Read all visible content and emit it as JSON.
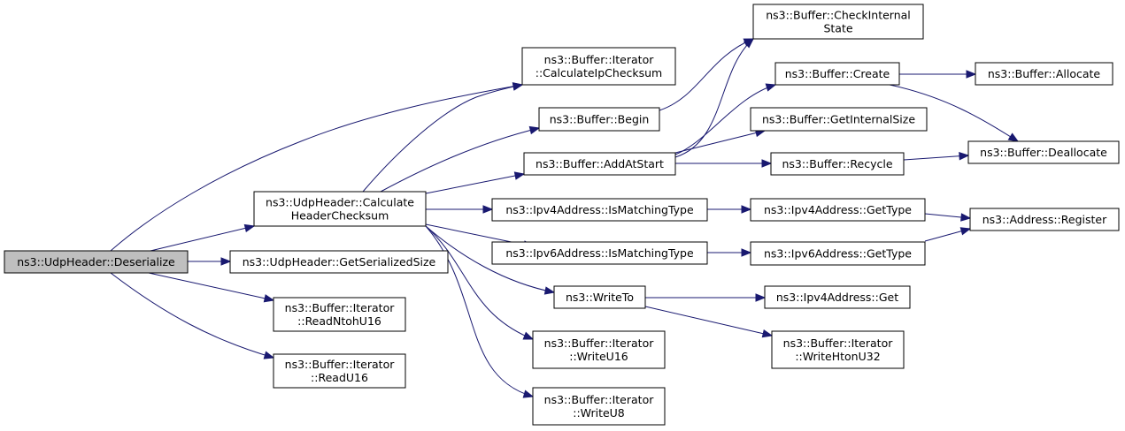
{
  "graph": {
    "node_color": "#ffffff",
    "root_color": "#bfbfbf",
    "edge_color": "#191970",
    "nodes": [
      {
        "id": "deserialize",
        "lines": [
          "ns3::UdpHeader::Deserialize"
        ],
        "root": true
      },
      {
        "id": "calc_header_checksum",
        "lines": [
          "ns3::UdpHeader::Calculate",
          "HeaderChecksum"
        ]
      },
      {
        "id": "get_serialized_size",
        "lines": [
          "ns3::UdpHeader::GetSerializedSize"
        ]
      },
      {
        "id": "read_ntoh_u16",
        "lines": [
          "ns3::Buffer::Iterator",
          "::ReadNtohU16"
        ]
      },
      {
        "id": "read_u16",
        "lines": [
          "ns3::Buffer::Iterator",
          "::ReadU16"
        ]
      },
      {
        "id": "calc_ip_checksum",
        "lines": [
          "ns3::Buffer::Iterator",
          "::CalculateIpChecksum"
        ]
      },
      {
        "id": "buffer_begin",
        "lines": [
          "ns3::Buffer::Begin"
        ]
      },
      {
        "id": "add_at_start",
        "lines": [
          "ns3::Buffer::AddAtStart"
        ]
      },
      {
        "id": "ipv4_is_matching",
        "lines": [
          "ns3::Ipv4Address::IsMatchingType"
        ]
      },
      {
        "id": "ipv6_is_matching",
        "lines": [
          "ns3::Ipv6Address::IsMatchingType"
        ]
      },
      {
        "id": "write_to",
        "lines": [
          "ns3::WriteTo"
        ]
      },
      {
        "id": "write_u16",
        "lines": [
          "ns3::Buffer::Iterator",
          "::WriteU16"
        ]
      },
      {
        "id": "write_u8",
        "lines": [
          "ns3::Buffer::Iterator",
          "::WriteU8"
        ]
      },
      {
        "id": "check_internal_state",
        "lines": [
          "ns3::Buffer::CheckInternal",
          "State"
        ]
      },
      {
        "id": "buffer_create",
        "lines": [
          "ns3::Buffer::Create"
        ]
      },
      {
        "id": "get_internal_size",
        "lines": [
          "ns3::Buffer::GetInternalSize"
        ]
      },
      {
        "id": "buffer_recycle",
        "lines": [
          "ns3::Buffer::Recycle"
        ]
      },
      {
        "id": "ipv4_get_type",
        "lines": [
          "ns3::Ipv4Address::GetType"
        ]
      },
      {
        "id": "ipv6_get_type",
        "lines": [
          "ns3::Ipv6Address::GetType"
        ]
      },
      {
        "id": "ipv4_get",
        "lines": [
          "ns3::Ipv4Address::Get"
        ]
      },
      {
        "id": "write_hton_u32",
        "lines": [
          "ns3::Buffer::Iterator",
          "::WriteHtonU32"
        ]
      },
      {
        "id": "buffer_allocate",
        "lines": [
          "ns3::Buffer::Allocate"
        ]
      },
      {
        "id": "buffer_deallocate",
        "lines": [
          "ns3::Buffer::Deallocate"
        ]
      },
      {
        "id": "address_register",
        "lines": [
          "ns3::Address::Register"
        ]
      }
    ],
    "edges": [
      [
        "deserialize",
        "calc_header_checksum"
      ],
      [
        "deserialize",
        "calc_ip_checksum"
      ],
      [
        "deserialize",
        "get_serialized_size"
      ],
      [
        "deserialize",
        "read_ntoh_u16"
      ],
      [
        "deserialize",
        "read_u16"
      ],
      [
        "calc_header_checksum",
        "calc_ip_checksum"
      ],
      [
        "calc_header_checksum",
        "buffer_begin"
      ],
      [
        "calc_header_checksum",
        "add_at_start"
      ],
      [
        "calc_header_checksum",
        "ipv4_is_matching"
      ],
      [
        "calc_header_checksum",
        "ipv6_is_matching"
      ],
      [
        "calc_header_checksum",
        "write_to"
      ],
      [
        "calc_header_checksum",
        "write_u16"
      ],
      [
        "calc_header_checksum",
        "write_u8"
      ],
      [
        "buffer_begin",
        "check_internal_state"
      ],
      [
        "add_at_start",
        "check_internal_state"
      ],
      [
        "add_at_start",
        "buffer_create"
      ],
      [
        "add_at_start",
        "get_internal_size"
      ],
      [
        "add_at_start",
        "buffer_recycle"
      ],
      [
        "buffer_create",
        "buffer_allocate"
      ],
      [
        "buffer_create",
        "buffer_deallocate"
      ],
      [
        "buffer_recycle",
        "buffer_deallocate"
      ],
      [
        "ipv4_is_matching",
        "ipv4_get_type"
      ],
      [
        "ipv6_is_matching",
        "ipv6_get_type"
      ],
      [
        "ipv4_get_type",
        "address_register"
      ],
      [
        "ipv6_get_type",
        "address_register"
      ],
      [
        "write_to",
        "ipv4_get"
      ],
      [
        "write_to",
        "write_hton_u32"
      ]
    ]
  }
}
